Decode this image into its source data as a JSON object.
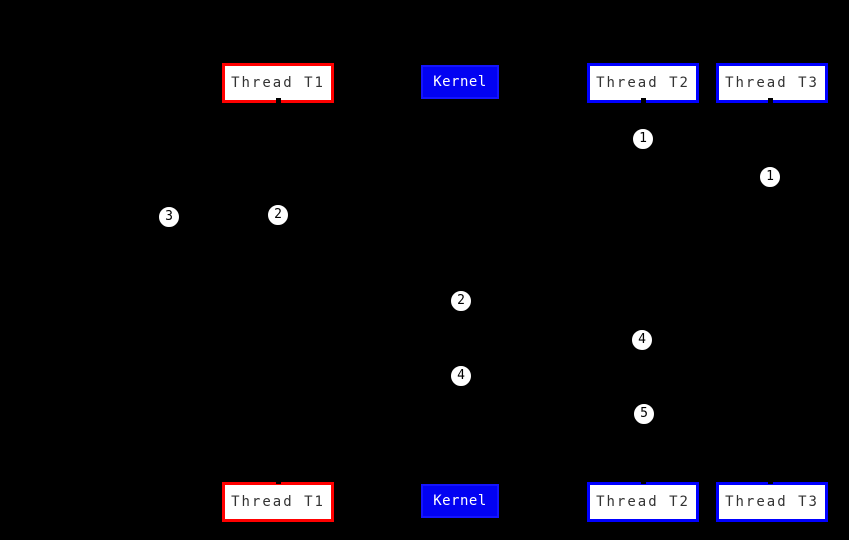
{
  "diagram": {
    "type": "sequence-diagram",
    "background_color": "#000000",
    "colors": {
      "thread_t1_border": "#ff0000",
      "thread_border": "#0000ff",
      "kernel_fill": "#0000f2",
      "kernel_text": "#ffffff",
      "actor_fill": "#ffffff",
      "actor_text": "#333333",
      "marker_fill": "#ffffff",
      "marker_text": "#000000"
    },
    "actors": [
      {
        "id": "thread-t1",
        "label": "Thread T1"
      },
      {
        "id": "kernel",
        "label": "Kernel"
      },
      {
        "id": "thread-t2",
        "label": "Thread T2"
      },
      {
        "id": "thread-t3",
        "label": "Thread T3"
      }
    ],
    "markers": [
      {
        "label": "1",
        "lifeline": "thread-t2"
      },
      {
        "label": "1",
        "lifeline": "thread-t3"
      },
      {
        "label": "2",
        "lifeline": "thread-t1"
      },
      {
        "label": "3",
        "lifeline": "left-of-thread-t1"
      },
      {
        "label": "2",
        "lifeline": "kernel"
      },
      {
        "label": "4",
        "lifeline": "thread-t2"
      },
      {
        "label": "4",
        "lifeline": "kernel"
      },
      {
        "label": "5",
        "lifeline": "thread-t2"
      }
    ]
  }
}
